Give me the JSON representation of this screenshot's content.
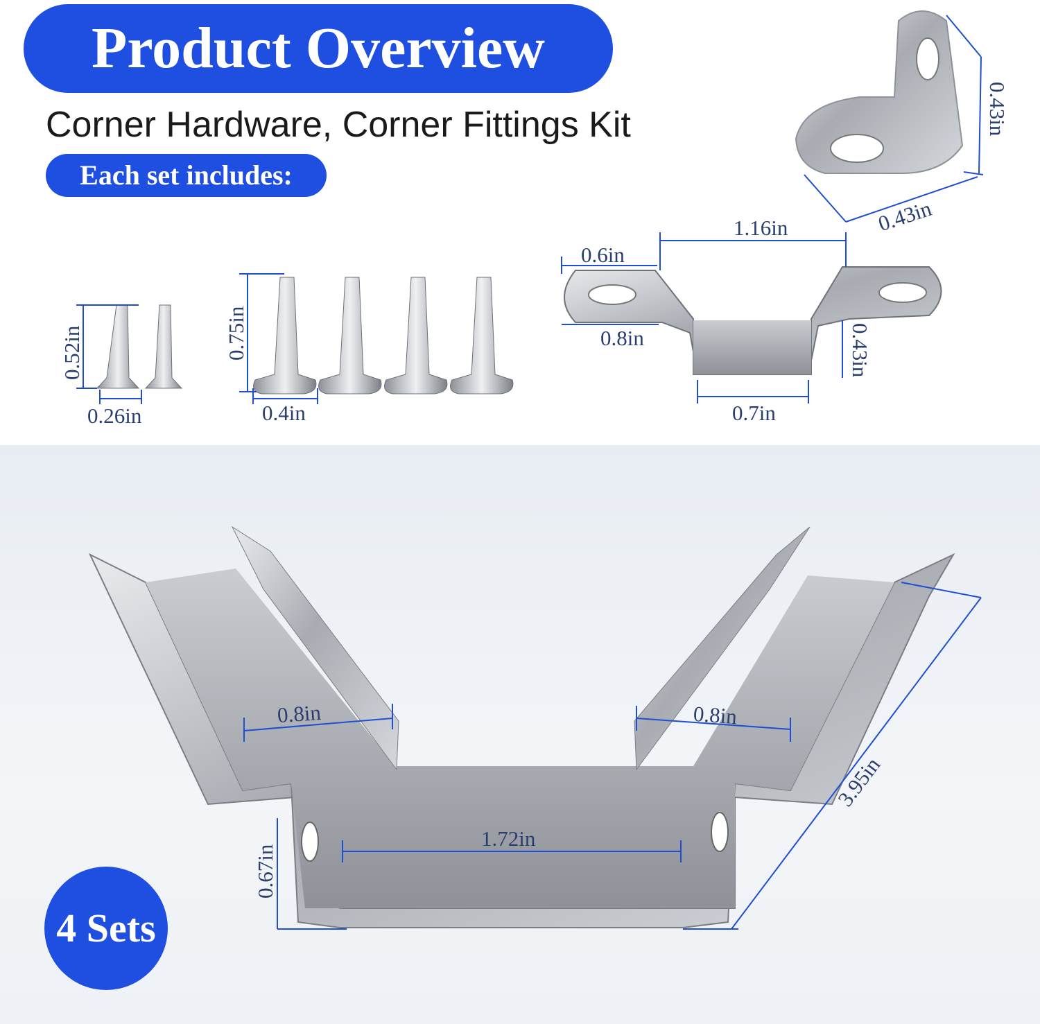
{
  "header": {
    "title": "Product Overview",
    "subtitle": "Corner Hardware, Corner Fittings Kit",
    "includes_label": "Each set includes:"
  },
  "dimensions": {
    "small_screw_length": "0.52in",
    "small_screw_head": "0.26in",
    "large_screw_length": "0.75in",
    "large_screw_head": "0.4in",
    "l_bracket_height": "0.43in",
    "l_bracket_width": "0.43in",
    "u_bracket_span": "1.16in",
    "u_bracket_tab": "0.6in",
    "u_bracket_tab_depth": "0.8in",
    "u_bracket_height": "0.43in",
    "u_bracket_base": "0.7in",
    "corner_left_width": "0.8in",
    "corner_right_width": "0.8in",
    "corner_length": "3.95in",
    "corner_base": "1.72in",
    "corner_height": "0.67in"
  },
  "badge": {
    "label": "4 Sets"
  },
  "colors": {
    "accent": "#1e4fe0",
    "dimension_line": "#1f4fd0",
    "metal": "#b9bcc1"
  }
}
